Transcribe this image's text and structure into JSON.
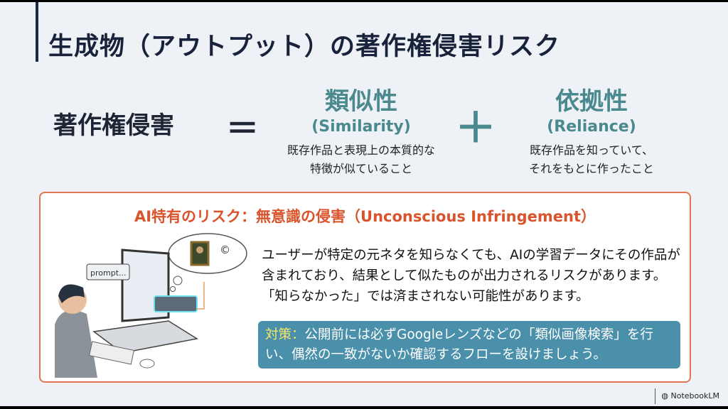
{
  "title": "生成物（アウトプット）の著作権侵害リスク",
  "equation": {
    "lhs": "著作権侵害",
    "equals": "＝",
    "plus": "＋",
    "terms": [
      {
        "label": "類似性",
        "english": "(Similarity)",
        "desc1": "既存作品と表現上の本質的な",
        "desc2": "特徴が似ていること"
      },
      {
        "label": "依拠性",
        "english": "(Reliance)",
        "desc1": "既存作品を知っていて、",
        "desc2": "それをもとに作ったこと"
      }
    ]
  },
  "risk_box": {
    "heading": "AI特有のリスク：無意識の侵害（Unconscious Infringement）",
    "body": "ユーザーが特定の元ネタを知らなくても、AIの学習データにその作品が含まれており、結果として似たものが出力されるリスクがあります。「知らなかった」では済まされない可能性があります。",
    "tip_label": "対策：",
    "tip_text": "公開前には必ずGoogleレンズなどの「類似画像検索」を行い、偶然の一致がないか確認するフローを設けましょう。",
    "illustration_text": "prompt...",
    "illustration_symbol": "©"
  },
  "branding": "NotebookLM",
  "colors": {
    "accent_teal": "#4a8a8f",
    "warning": "#d9532b",
    "tip_bg": "#4a90ab",
    "tip_label": "#f5e66b"
  }
}
